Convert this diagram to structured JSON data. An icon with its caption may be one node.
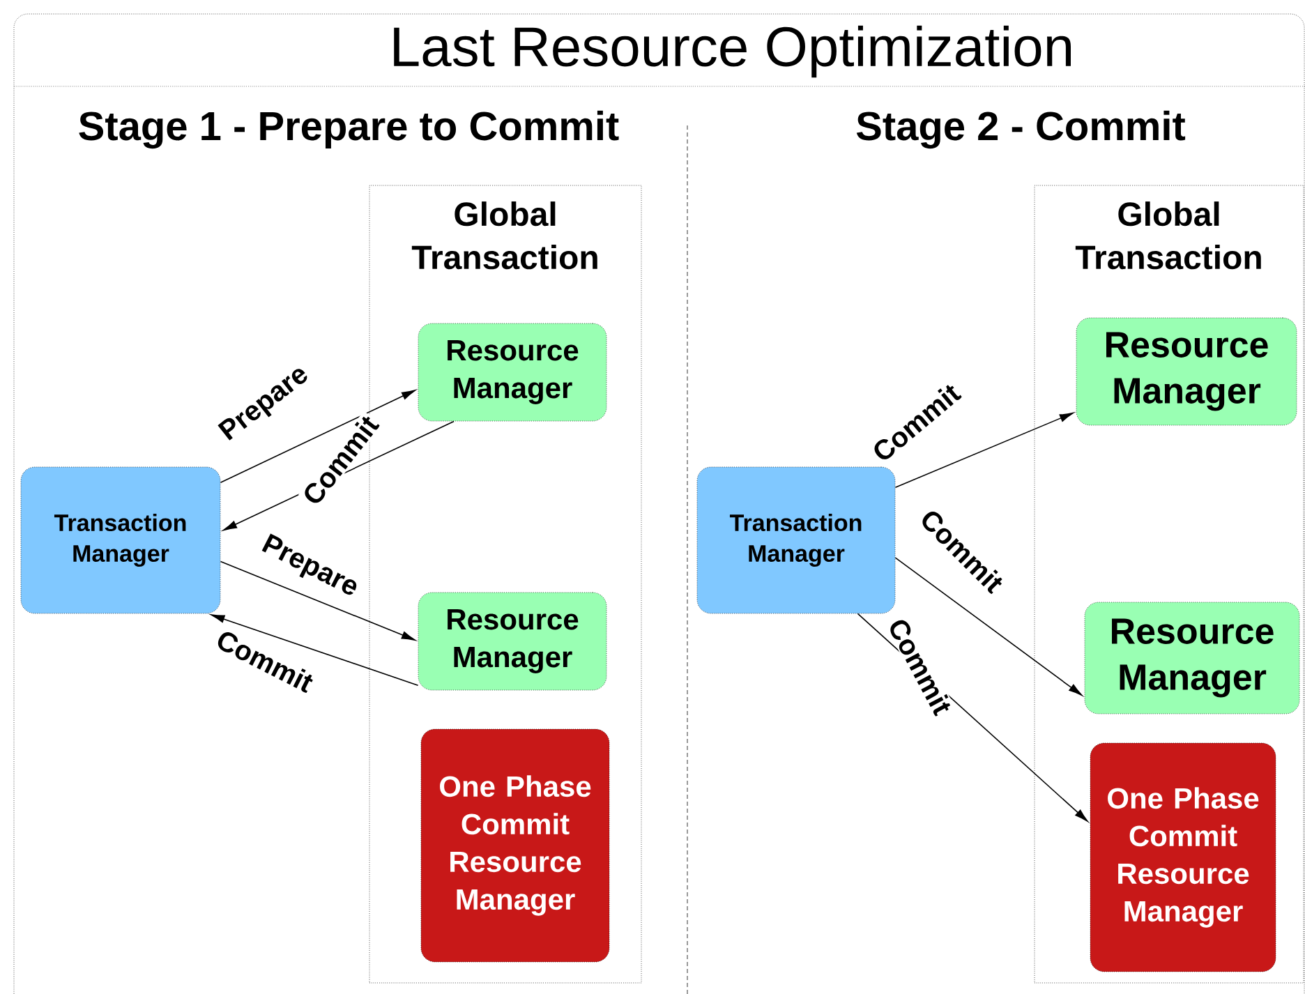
{
  "diagram": {
    "title": "Last Resource Optimization",
    "nodes": [
      {
        "text": [
          "Global Transaction"
        ]
      },
      {
        "text": [
          "Resource Manager"
        ],
        "in": 0
      },
      {
        "text": [
          "Resource Manager"
        ],
        "in": 0
      },
      {
        "text": [
          "One Phase Commit Resource Manager"
        ],
        "in": 0
      },
      {
        "text": [
          "Transaction Manager"
        ]
      },
      {
        "text": [
          "Global Transaction"
        ]
      },
      {
        "text": [
          "Resource Manager"
        ],
        "in": 5
      },
      {
        "text": [
          "Resource Manager"
        ],
        "in": 5
      },
      {
        "text": [
          "One Phase Commit Resource Manager"
        ],
        "in": 5
      },
      {
        "text": [
          "Transaction Manager"
        ]
      }
    ],
    "edges": [
      {
        "from": 4,
        "to": 1,
        "arrow": "to",
        "label": "Prepare"
      },
      {
        "from": 1,
        "to": 4,
        "arrow": "to",
        "label": "Commit"
      },
      {
        "from": 4,
        "to": 2,
        "arrow": "to",
        "label": "Prepare"
      },
      {
        "from": 2,
        "to": 4,
        "arrow": "to",
        "label": "Commit"
      },
      {
        "from": 9,
        "to": 6,
        "arrow": "to",
        "label": "Commit"
      },
      {
        "from": 9,
        "to": 7,
        "arrow": "to",
        "label": "Commit"
      },
      {
        "from": 9,
        "to": 8,
        "arrow": "to",
        "label": "Commit"
      }
    ],
    "labels": [
      "Stage 1 - Prepare to Commit",
      "Stage 2 - Commit"
    ]
  }
}
